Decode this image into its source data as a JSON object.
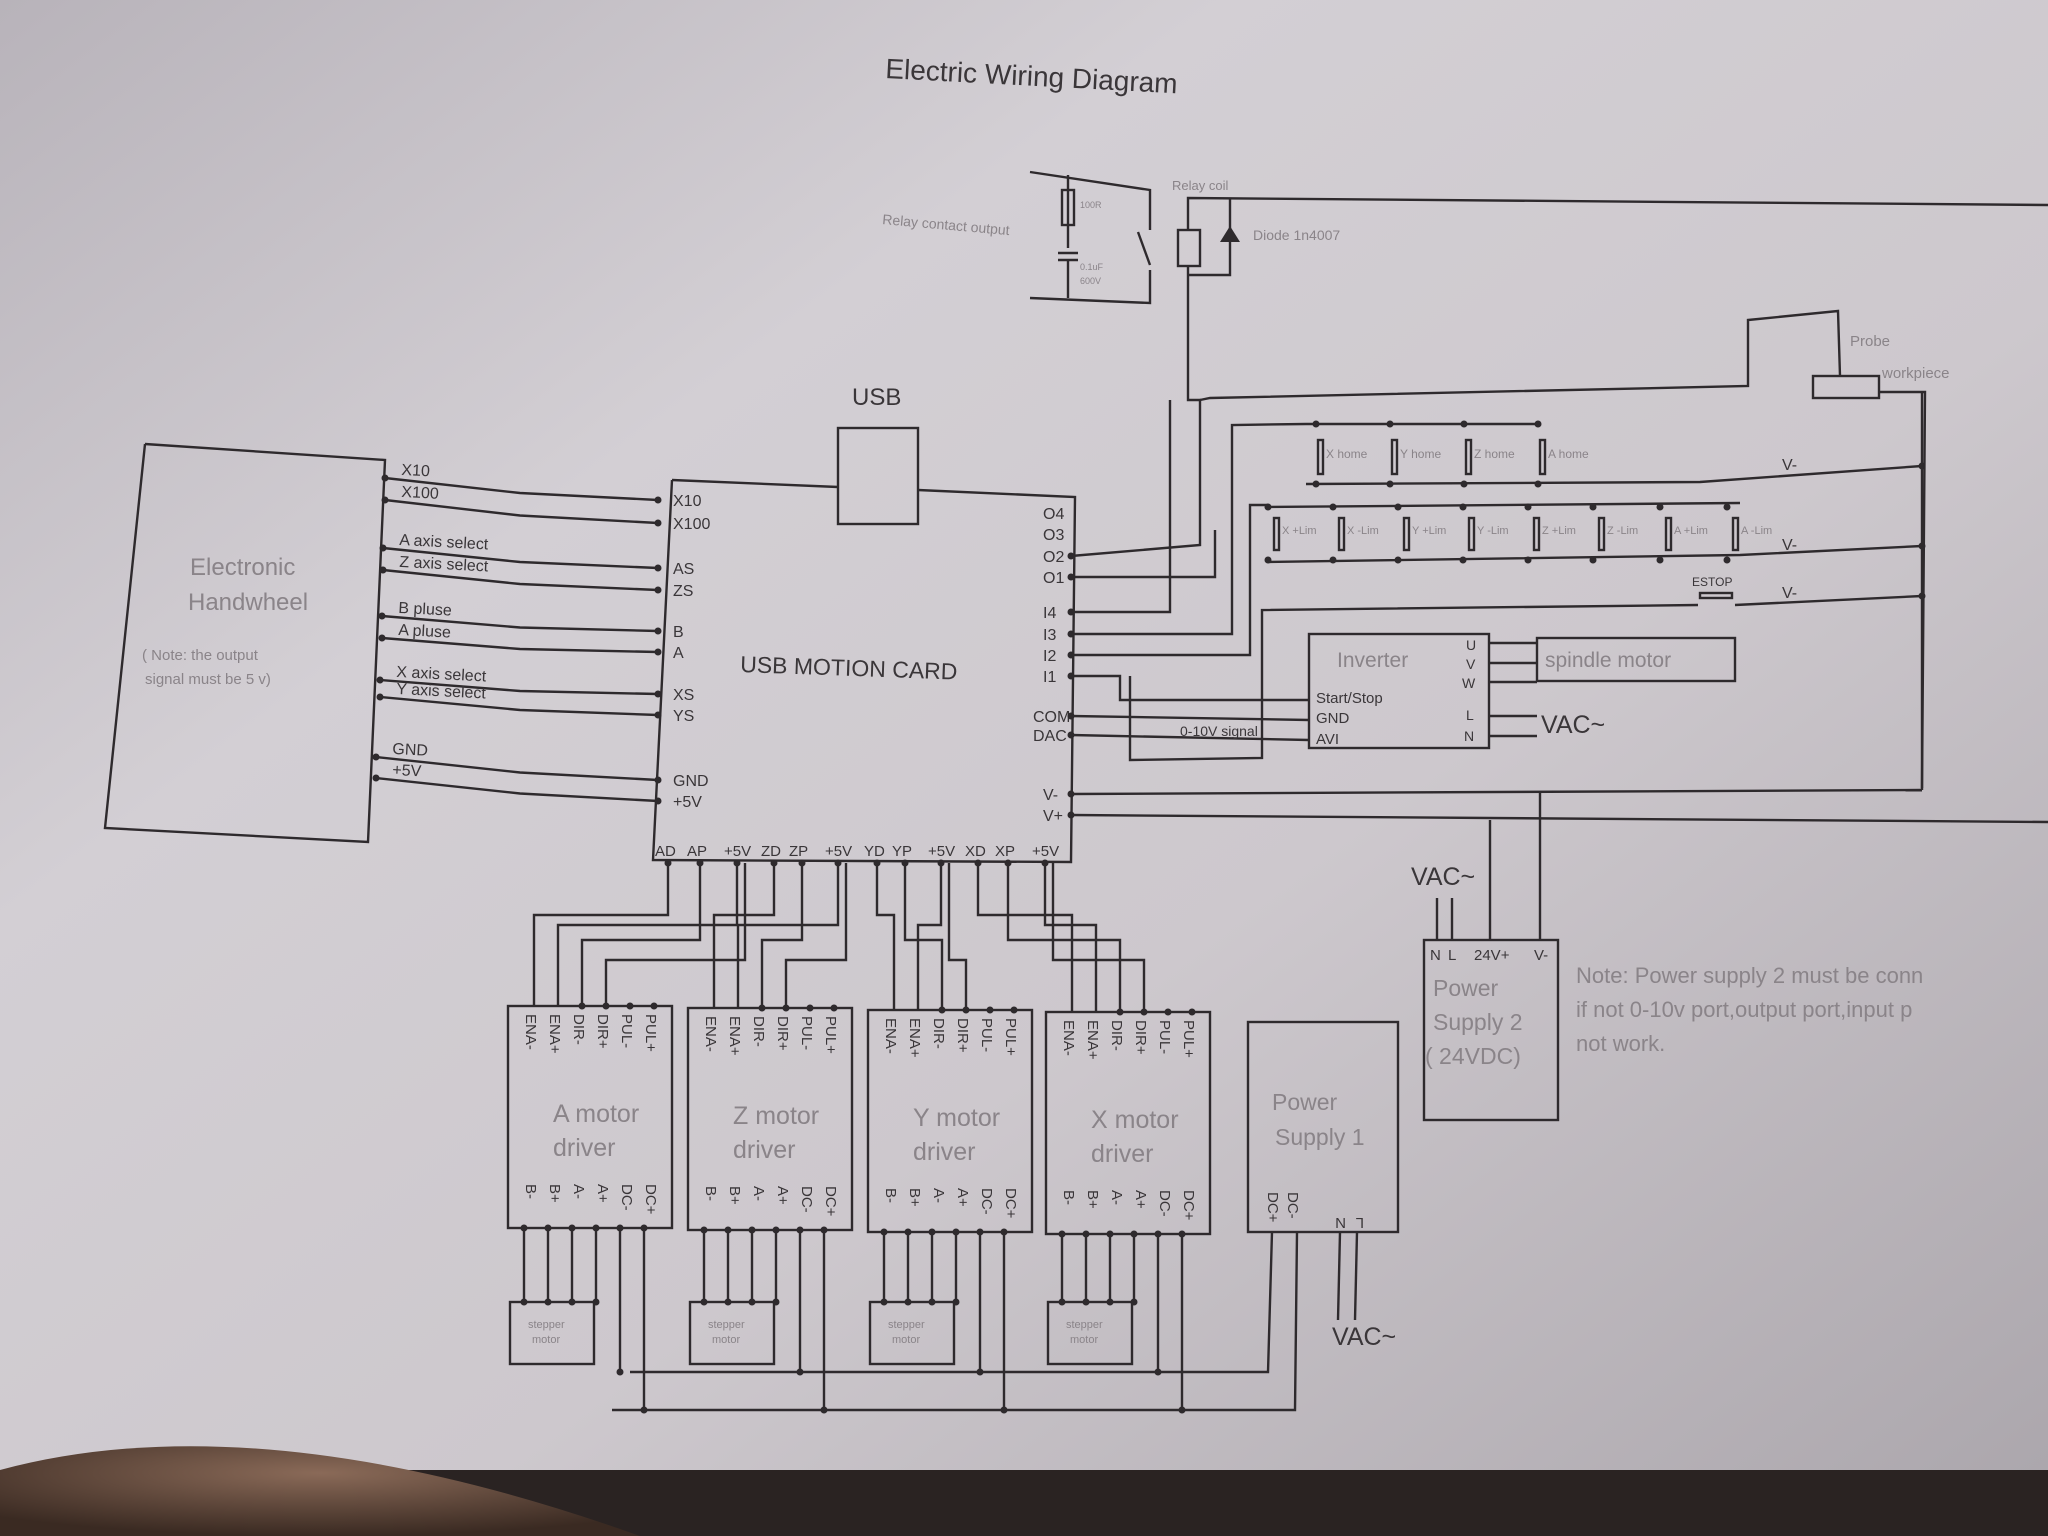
{
  "title": "Electric Wiring Diagram",
  "relay": {
    "contact_output": "Relay contact output",
    "resistor": "100R",
    "capacitor": [
      "0.1uF",
      "600V"
    ],
    "coil": "Relay coil",
    "diode": "Diode 1n4007"
  },
  "usb_label": "USB",
  "handwheel": {
    "name": [
      "Electronic",
      "Handwheel"
    ],
    "note": [
      "( Note: the output",
      "signal must be 5 v)"
    ],
    "signals": [
      "X10",
      "X100",
      "A axis select",
      "Z axis select",
      "B pluse",
      "A pluse",
      "X axis select",
      "Y axis select",
      "GND",
      "+5V"
    ]
  },
  "card": {
    "name": "USB MOTION CARD",
    "left_pins": [
      "X10",
      "X100",
      "AS",
      "ZS",
      "B",
      "A",
      "XS",
      "YS",
      "GND",
      "+5V"
    ],
    "right_pins": [
      "O4",
      "O3",
      "O2",
      "O1",
      "I4",
      "I3",
      "I2",
      "I1",
      "COM",
      "DAC",
      "V-",
      "V+"
    ],
    "bottom_pins": [
      "AD",
      "AP",
      "+5V",
      "ZD",
      "ZP",
      "+5V",
      "YD",
      "YP",
      "+5V",
      "XD",
      "XP",
      "+5V"
    ]
  },
  "switches": {
    "home": [
      "X home",
      "Y home",
      "Z home",
      "A home"
    ],
    "limit": [
      "X +Lim",
      "X -Lim",
      "Y +Lim",
      "Y -Lim",
      "Z +Lim",
      "Z -Lim",
      "A +Lim",
      "A -Lim"
    ],
    "estop": "ESTOP",
    "v_minus": "V-"
  },
  "probe": "Probe",
  "workpiece": "workpiece",
  "inverter": {
    "name": "Inverter",
    "left_pins": [
      "Start/Stop",
      "GND",
      "AVI"
    ],
    "right_pins": [
      "U",
      "V",
      "W",
      "L",
      "N"
    ],
    "signal": "0-10V signal"
  },
  "spindle_motor": "spindle motor",
  "vac": "VAC~",
  "power_supply_2": {
    "pins": [
      "N",
      "L",
      "24V+",
      "V-"
    ],
    "name": [
      "Power",
      "Supply 2",
      "( 24VDC)"
    ]
  },
  "note": [
    "Note: Power supply 2 must be conn",
    "if not 0-10v port,output port,input p",
    "not work."
  ],
  "drivers": [
    {
      "name": [
        "A motor",
        "driver"
      ]
    },
    {
      "name": [
        "Z motor",
        "driver"
      ]
    },
    {
      "name": [
        "Y motor",
        "driver"
      ]
    },
    {
      "name": [
        "X motor",
        "driver"
      ]
    }
  ],
  "driver_top_pins": [
    "ENA-",
    "ENA+",
    "DIR-",
    "DIR+",
    "PUL-",
    "PUL+"
  ],
  "driver_bottom_pins": [
    "B-",
    "B+",
    "A-",
    "A+",
    "DC-",
    "DC+"
  ],
  "stepper": [
    "stepper",
    "motor"
  ],
  "power_supply_1": {
    "name": [
      "Power",
      "Supply 1"
    ],
    "pins": [
      "DC+",
      "DC-",
      "N",
      "L"
    ]
  }
}
